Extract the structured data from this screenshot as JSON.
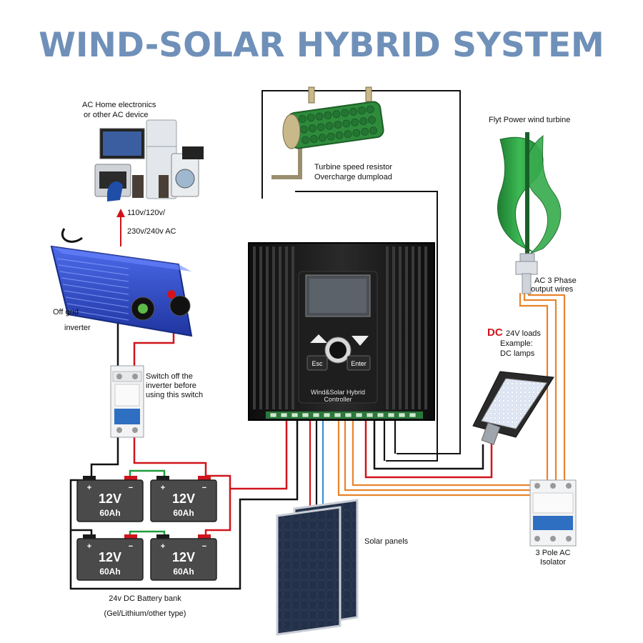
{
  "title": "WIND-SOLAR HYBRID SYSTEM",
  "colors": {
    "title": "#6f90b8",
    "wire_red": "#d0141c",
    "wire_black": "#111111",
    "wire_orange": "#e8842c",
    "wire_blue": "#3a8fd6",
    "wire_green": "#1f9d3a",
    "turbine_green": "#2ea043",
    "inverter_blue": "#2f49c8",
    "battery_gray": "#4a4a4a",
    "controller_black": "#1b1b1b"
  },
  "labels": {
    "ac_home_line1": "AC Home electronics",
    "ac_home_line2": "or other AC device",
    "voltage_line1": "110v/120v/",
    "voltage_line2": "230v/240v AC",
    "resistor_line1": "Turbine speed resistor",
    "resistor_line2": "Overcharge dumpload",
    "wind_turbine": "Flyt Power wind turbine",
    "output_line1": "AC 3 Phase",
    "output_line2": "output wires",
    "inverter_line1": "Off grid",
    "inverter_line2": "inverter",
    "dc_prefix": "DC",
    "dc_loads": " 24V loads",
    "dc_example": "Example:",
    "dc_lamps": "DC lamps",
    "switch_line1": "Switch off the",
    "switch_line2": "inverter before",
    "switch_line3": "using this switch",
    "controller_line1": "Wind&Solar Hybrid",
    "controller_line2": "Controller",
    "btn_esc": "Esc",
    "btn_enter": "Enter",
    "solar_panels": "Solar panels",
    "isolator_line1": "3 Pole AC",
    "isolator_line2": "Isolator",
    "battery_bank": "24v DC Battery bank",
    "battery_type": "(Gel/Lithium/other type)"
  },
  "batteries": [
    {
      "voltage": "12V",
      "capacity": "60Ah"
    },
    {
      "voltage": "12V",
      "capacity": "60Ah"
    },
    {
      "voltage": "12V",
      "capacity": "60Ah"
    },
    {
      "voltage": "12V",
      "capacity": "60Ah"
    }
  ],
  "terminal_plus": "+",
  "terminal_minus": "−"
}
